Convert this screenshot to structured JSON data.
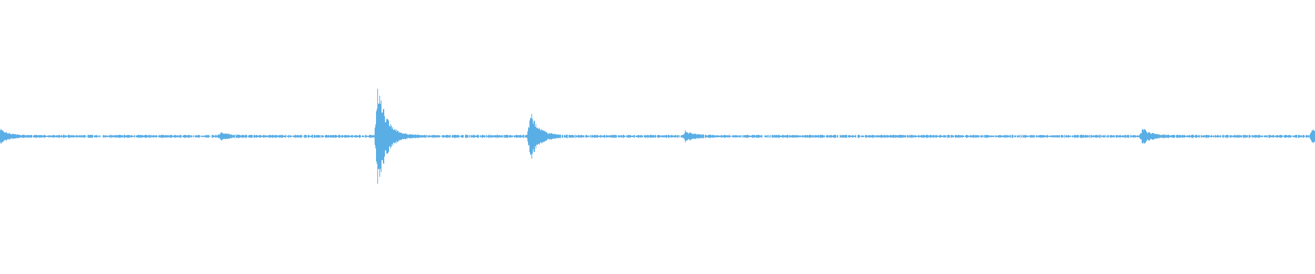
{
  "waveform": {
    "color": "#5aaee6",
    "background": "#ffffff",
    "duration_fraction_bursts": [
      {
        "at": 0.0,
        "amplitude": 0.05
      },
      {
        "at": 0.168,
        "amplitude": 0.025
      },
      {
        "at": 0.287,
        "amplitude": 0.45
      },
      {
        "at": 0.403,
        "amplitude": 0.2
      },
      {
        "at": 0.521,
        "amplitude": 0.04
      },
      {
        "at": 0.869,
        "amplitude": 0.06
      },
      {
        "at": 0.998,
        "amplitude": 0.06
      }
    ],
    "baseline_amplitude": 0.008
  }
}
